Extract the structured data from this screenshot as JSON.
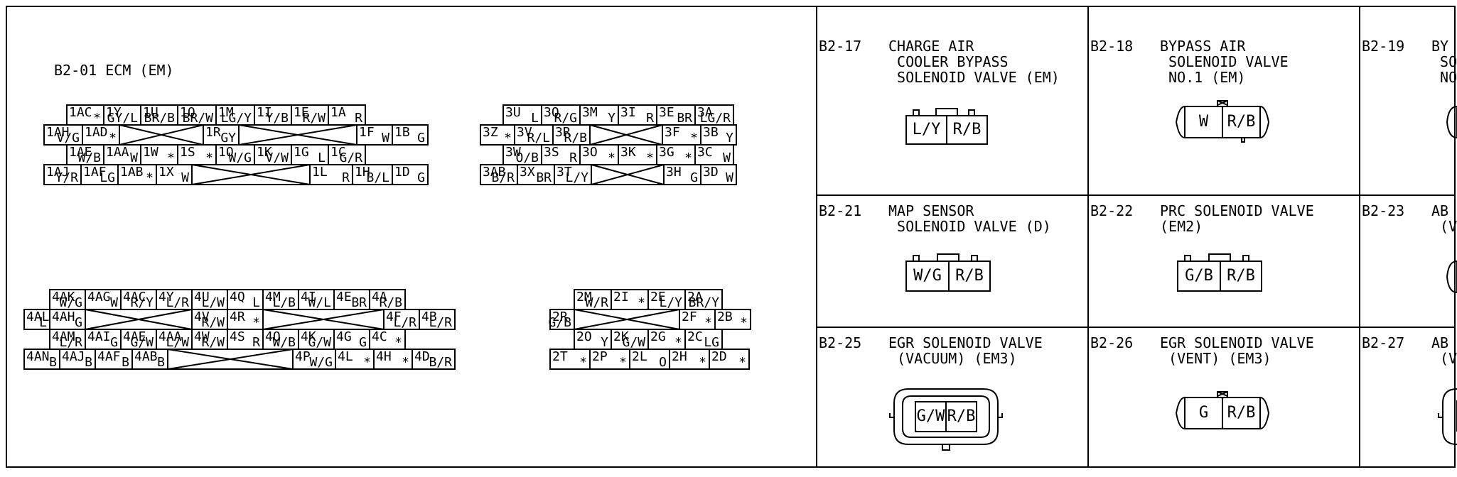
{
  "ecm": {
    "title": "B2-01 ECM (EM)",
    "connA_row1": [
      {
        "t": "1AC",
        "c": "*"
      },
      {
        "t": "1Y",
        "c": "GY/L"
      },
      {
        "t": "1U",
        "c": "BR/B"
      },
      {
        "t": "1Q",
        "c": "BR/W"
      },
      {
        "t": "1M",
        "c": "LG/Y"
      },
      {
        "t": "1I",
        "c": "Y/B"
      },
      {
        "t": "1E",
        "c": "R/W"
      },
      {
        "t": "1A",
        "c": "R"
      }
    ],
    "connA_row2": [
      {
        "t": "1AH",
        "c": "V/G"
      },
      {
        "t": "1AD",
        "c": "*"
      },
      {
        "t": "1R",
        "c": "GY"
      },
      {
        "t": "1F",
        "c": "W"
      },
      {
        "t": "1B",
        "c": "G"
      }
    ],
    "connA_row3": [
      {
        "t": "1AE",
        "c": "W/B"
      },
      {
        "t": "1AA",
        "c": "W"
      },
      {
        "t": "1W",
        "c": "*"
      },
      {
        "t": "1S",
        "c": "*"
      },
      {
        "t": "1O",
        "c": "W/G"
      },
      {
        "t": "1K",
        "c": "V/W"
      },
      {
        "t": "1G",
        "c": "L"
      },
      {
        "t": "1C",
        "c": "G/R"
      }
    ],
    "connA_row4": [
      {
        "t": "1AJ",
        "c": "Y/R"
      },
      {
        "t": "1AF",
        "c": "LG"
      },
      {
        "t": "1AB",
        "c": "*"
      },
      {
        "t": "1X",
        "c": "W"
      },
      {
        "t": "1L",
        "c": "R"
      },
      {
        "t": "1H",
        "c": "B/L"
      },
      {
        "t": "1D",
        "c": "G"
      }
    ],
    "connB_row1": [
      {
        "t": "3U",
        "c": "L"
      },
      {
        "t": "3Q",
        "c": "R/G"
      },
      {
        "t": "3M",
        "c": "Y"
      },
      {
        "t": "3I",
        "c": "R"
      },
      {
        "t": "3E",
        "c": "BR"
      },
      {
        "t": "3A",
        "c": "LG/R"
      }
    ],
    "connB_row2": [
      {
        "t": "3Z",
        "c": "*"
      },
      {
        "t": "3V",
        "c": "R/L"
      },
      {
        "t": "3R",
        "c": "R/B"
      },
      {
        "t": "3F",
        "c": "*"
      },
      {
        "t": "3B",
        "c": "Y"
      }
    ],
    "connB_row3": [
      {
        "t": "3W",
        "c": "O/B"
      },
      {
        "t": "3S",
        "c": "R"
      },
      {
        "t": "3O",
        "c": "*"
      },
      {
        "t": "3K",
        "c": "*"
      },
      {
        "t": "3G",
        "c": "*"
      },
      {
        "t": "3C",
        "c": "W"
      }
    ],
    "connB_row4": [
      {
        "t": "3AB",
        "c": "B/R"
      },
      {
        "t": "3X",
        "c": "BR"
      },
      {
        "t": "3T",
        "c": "L/Y"
      },
      {
        "t": "3H",
        "c": "G"
      },
      {
        "t": "3D",
        "c": "W"
      }
    ],
    "connC_row1": [
      {
        "t": "4AK",
        "c": "W/G"
      },
      {
        "t": "4AG",
        "c": "W"
      },
      {
        "t": "4AC",
        "c": "R/Y"
      },
      {
        "t": "4Y",
        "c": "L/R"
      },
      {
        "t": "4U",
        "c": "L/W"
      },
      {
        "t": "4Q",
        "c": "L"
      },
      {
        "t": "4M",
        "c": "L/B"
      },
      {
        "t": "4I",
        "c": "W/L"
      },
      {
        "t": "4E",
        "c": "BR"
      },
      {
        "t": "4A",
        "c": "R/B"
      }
    ],
    "connC_row2": [
      {
        "t": "4AL",
        "c": "L"
      },
      {
        "t": "4AH",
        "c": "G"
      },
      {
        "t": "4V",
        "c": "R/W"
      },
      {
        "t": "4R",
        "c": "*"
      },
      {
        "t": "4F",
        "c": "L/R"
      },
      {
        "t": "4B",
        "c": "L/R"
      }
    ],
    "connC_row3": [
      {
        "t": "4AM",
        "c": "L/R"
      },
      {
        "t": "4AI",
        "c": "G"
      },
      {
        "t": "4AE",
        "c": "G/W"
      },
      {
        "t": "4AA",
        "c": "L/W"
      },
      {
        "t": "4W",
        "c": "R/W"
      },
      {
        "t": "4S",
        "c": "R"
      },
      {
        "t": "4O",
        "c": "W/B"
      },
      {
        "t": "4K",
        "c": "G/W"
      },
      {
        "t": "4G",
        "c": "G"
      },
      {
        "t": "4C",
        "c": "*"
      }
    ],
    "connC_row4": [
      {
        "t": "4AN",
        "c": "B"
      },
      {
        "t": "4AJ",
        "c": "B"
      },
      {
        "t": "4AF",
        "c": "B"
      },
      {
        "t": "4AB",
        "c": "B"
      },
      {
        "t": "4P",
        "c": "W/G"
      },
      {
        "t": "4L",
        "c": "*"
      },
      {
        "t": "4H",
        "c": "*"
      },
      {
        "t": "4D",
        "c": "B/R"
      }
    ],
    "connD_row1": [
      {
        "t": "2M",
        "c": "W/R"
      },
      {
        "t": "2I",
        "c": "*"
      },
      {
        "t": "2E",
        "c": "L/Y"
      },
      {
        "t": "2A",
        "c": "BR/Y"
      }
    ],
    "connD_row2": [
      {
        "t": "2R",
        "c": "G/B"
      },
      {
        "t": "2F",
        "c": "*"
      },
      {
        "t": "2B",
        "c": "*"
      }
    ],
    "connD_row3": [
      {
        "t": "2O",
        "c": "Y"
      },
      {
        "t": "2K",
        "c": "G/W"
      },
      {
        "t": "2G",
        "c": "*"
      },
      {
        "t": "2C",
        "c": "LG"
      }
    ],
    "connD_row4": [
      {
        "t": "2T",
        "c": "*"
      },
      {
        "t": "2P",
        "c": "*"
      },
      {
        "t": "2L",
        "c": "O"
      },
      {
        "t": "2H",
        "c": "*"
      },
      {
        "t": "2D",
        "c": "*"
      }
    ]
  },
  "panels": [
    {
      "id": "B2-17",
      "title": "CHARGE AIR\n COOLER BYPASS\n SOLENOID VALVE (EM)",
      "pins": [
        "L/Y",
        "R/B"
      ]
    },
    {
      "id": "B2-18",
      "title": "BYPASS AIR\n SOLENOID VALVE\n NO.1 (EM)",
      "pins": [
        "W",
        "R/B"
      ]
    },
    {
      "id": "B2-19",
      "title": "BY\n SO\n NO",
      "pins": []
    },
    {
      "id": "B2-21",
      "title": "MAP SENSOR\n SOLENOID VALVE (D)",
      "pins": [
        "W/G",
        "R/B"
      ]
    },
    {
      "id": "B2-22",
      "title": "PRC SOLENOID VALVE\n(EM2)",
      "pins": [
        "G/B",
        "R/B"
      ]
    },
    {
      "id": "B2-23",
      "title": "AB\n (V",
      "pins": []
    },
    {
      "id": "B2-25",
      "title": "EGR SOLENOID VALVE\n (VACUUM) (EM3)",
      "pins": [
        "G/W",
        "R/B"
      ]
    },
    {
      "id": "B2-26",
      "title": "EGR SOLENOID VALVE\n (VENT) (EM3)",
      "pins": [
        "G",
        "R/B"
      ]
    },
    {
      "id": "B2-27",
      "title": "AB\n (V",
      "pins": []
    }
  ]
}
